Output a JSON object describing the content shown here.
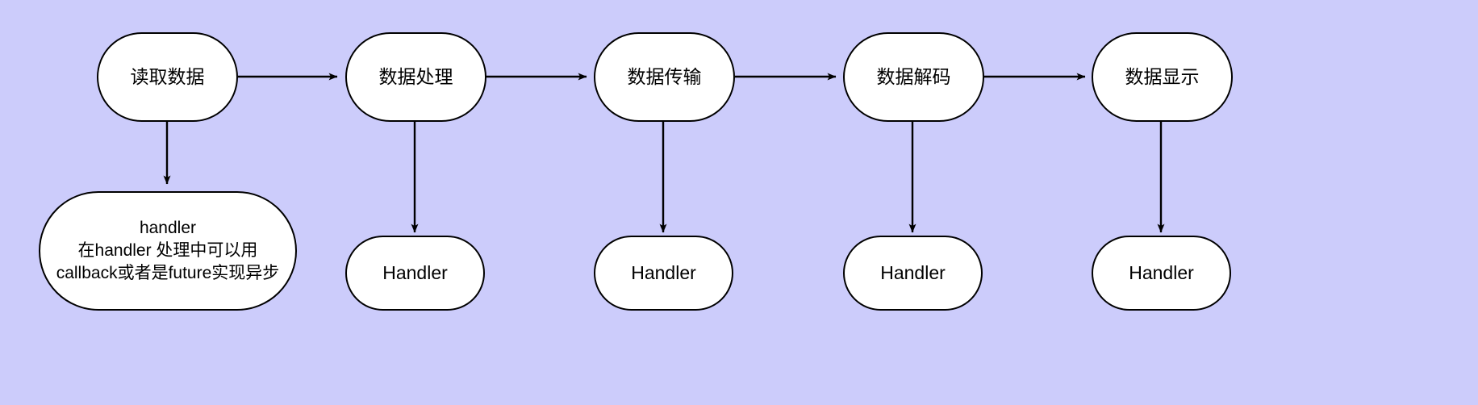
{
  "diagram": {
    "type": "flowchart",
    "orientation": "left-to-right-pipeline-with-downward-branches",
    "background_color": "#ccccfb",
    "node_fill_color": "#ffffff",
    "node_stroke_color": "#000000",
    "edge_color": "#000000",
    "text_color": "#000000",
    "stages": [
      {
        "id": "read-data",
        "label": "读取数据"
      },
      {
        "id": "data-process",
        "label": "数据处理"
      },
      {
        "id": "data-transmit",
        "label": "数据传输"
      },
      {
        "id": "data-decode",
        "label": "数据解码"
      },
      {
        "id": "data-display",
        "label": "数据显示"
      }
    ],
    "handlers": [
      {
        "id": "handler-note",
        "label": "handler\n在handler 处理中可以用\ncallback或者是future实现异步"
      },
      {
        "id": "handler-process",
        "label": "Handler"
      },
      {
        "id": "handler-transmit",
        "label": "Handler"
      },
      {
        "id": "handler-decode",
        "label": "Handler"
      },
      {
        "id": "handler-display",
        "label": "Handler"
      }
    ],
    "edges": [
      {
        "from": "read-data",
        "to": "data-process",
        "direction": "right"
      },
      {
        "from": "data-process",
        "to": "data-transmit",
        "direction": "right"
      },
      {
        "from": "data-transmit",
        "to": "data-decode",
        "direction": "right"
      },
      {
        "from": "data-decode",
        "to": "data-display",
        "direction": "right"
      },
      {
        "from": "read-data",
        "to": "handler-note",
        "direction": "down"
      },
      {
        "from": "data-process",
        "to": "handler-process",
        "direction": "down"
      },
      {
        "from": "data-transmit",
        "to": "handler-transmit",
        "direction": "down"
      },
      {
        "from": "data-decode",
        "to": "handler-decode",
        "direction": "down"
      },
      {
        "from": "data-display",
        "to": "handler-display",
        "direction": "down"
      }
    ]
  }
}
